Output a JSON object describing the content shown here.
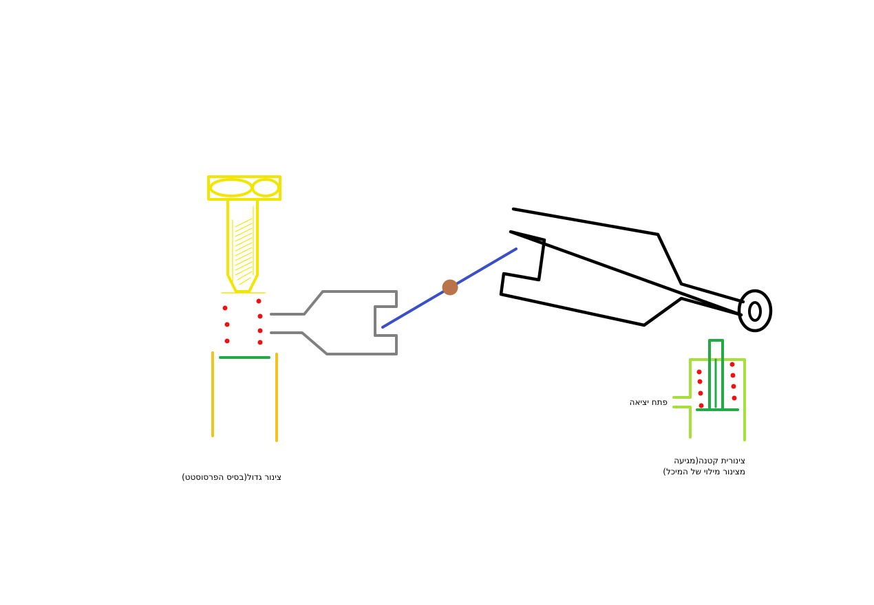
{
  "labels": {
    "big_tube": "צינור גדול(בסיס הפרסוסטט)",
    "outlet": "פתח יציאה",
    "small_tube_line1": "צינורית קטנה(מגיעה",
    "small_tube_line2": "מצינור מילוי של המיכל)"
  },
  "colors": {
    "screw": "#f2e600",
    "big_tube_walls": "#f0c419",
    "dots": "#ee1111",
    "green_bar": "#22aa44",
    "gray_connector": "#808080",
    "blue_rod": "#3a4fc8",
    "pivot": "#b87348",
    "bottle_outline": "#000000",
    "small_tube_outer": "#a6e03a",
    "small_tube_inner": "#22aa44"
  }
}
